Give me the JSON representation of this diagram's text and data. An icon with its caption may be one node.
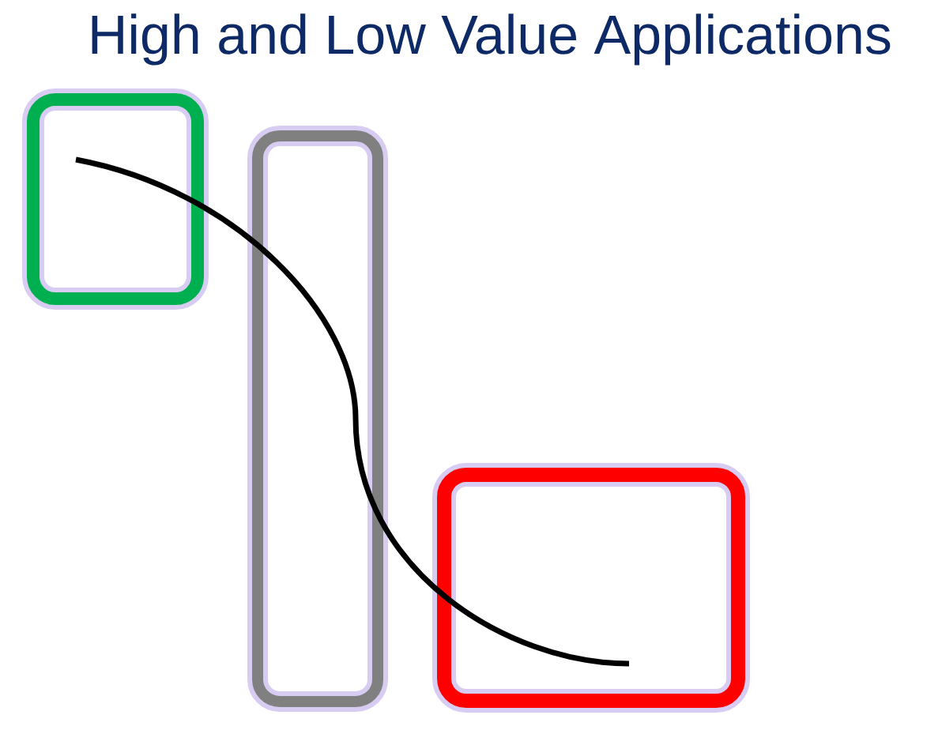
{
  "diagram": {
    "title": "High and Low Value Applications",
    "nodes": [
      {
        "text": [],
        "shape": "box"
      },
      {
        "text": [],
        "shape": "box"
      },
      {
        "text": [],
        "shape": "box"
      }
    ]
  }
}
